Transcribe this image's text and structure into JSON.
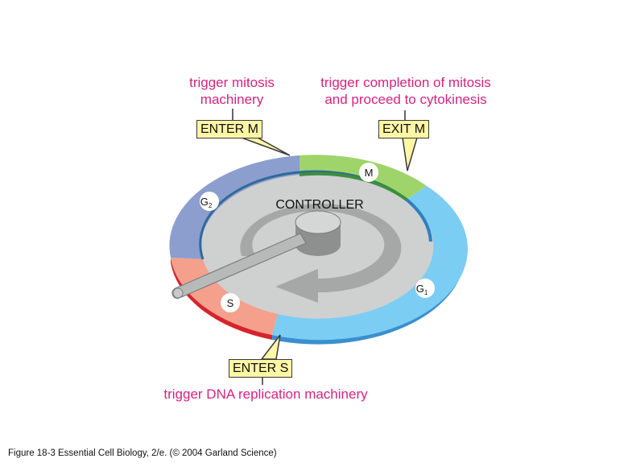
{
  "annotations": {
    "enter_m_text": [
      "trigger mitosis",
      "machinery"
    ],
    "exit_m_text": [
      "trigger completion of mitosis",
      "and proceed to cytokinesis"
    ],
    "enter_s_text": "trigger DNA replication machinery"
  },
  "tags": {
    "enter_m": "ENTER M",
    "exit_m": "EXIT M",
    "enter_s": "ENTER S"
  },
  "phases": {
    "m": "M",
    "g1": "G",
    "g1_sub": "1",
    "g2": "G",
    "g2_sub": "2",
    "s": "S"
  },
  "controller_label": "CONTROLLER",
  "caption": "Figure 18-3  Essential Cell Biology, 2/e. (© 2004 Garland Science)",
  "colors": {
    "pink_text": "#d6237f",
    "tag_fill": "#fff6a6",
    "g2_segment": "#8b9ece",
    "m_segment": "#9fd46a",
    "g1_segment": "#7ccdf3",
    "s_segment": "#f4a08c",
    "dial": "#cfd0d0",
    "arrow": "#a6a8a8"
  }
}
